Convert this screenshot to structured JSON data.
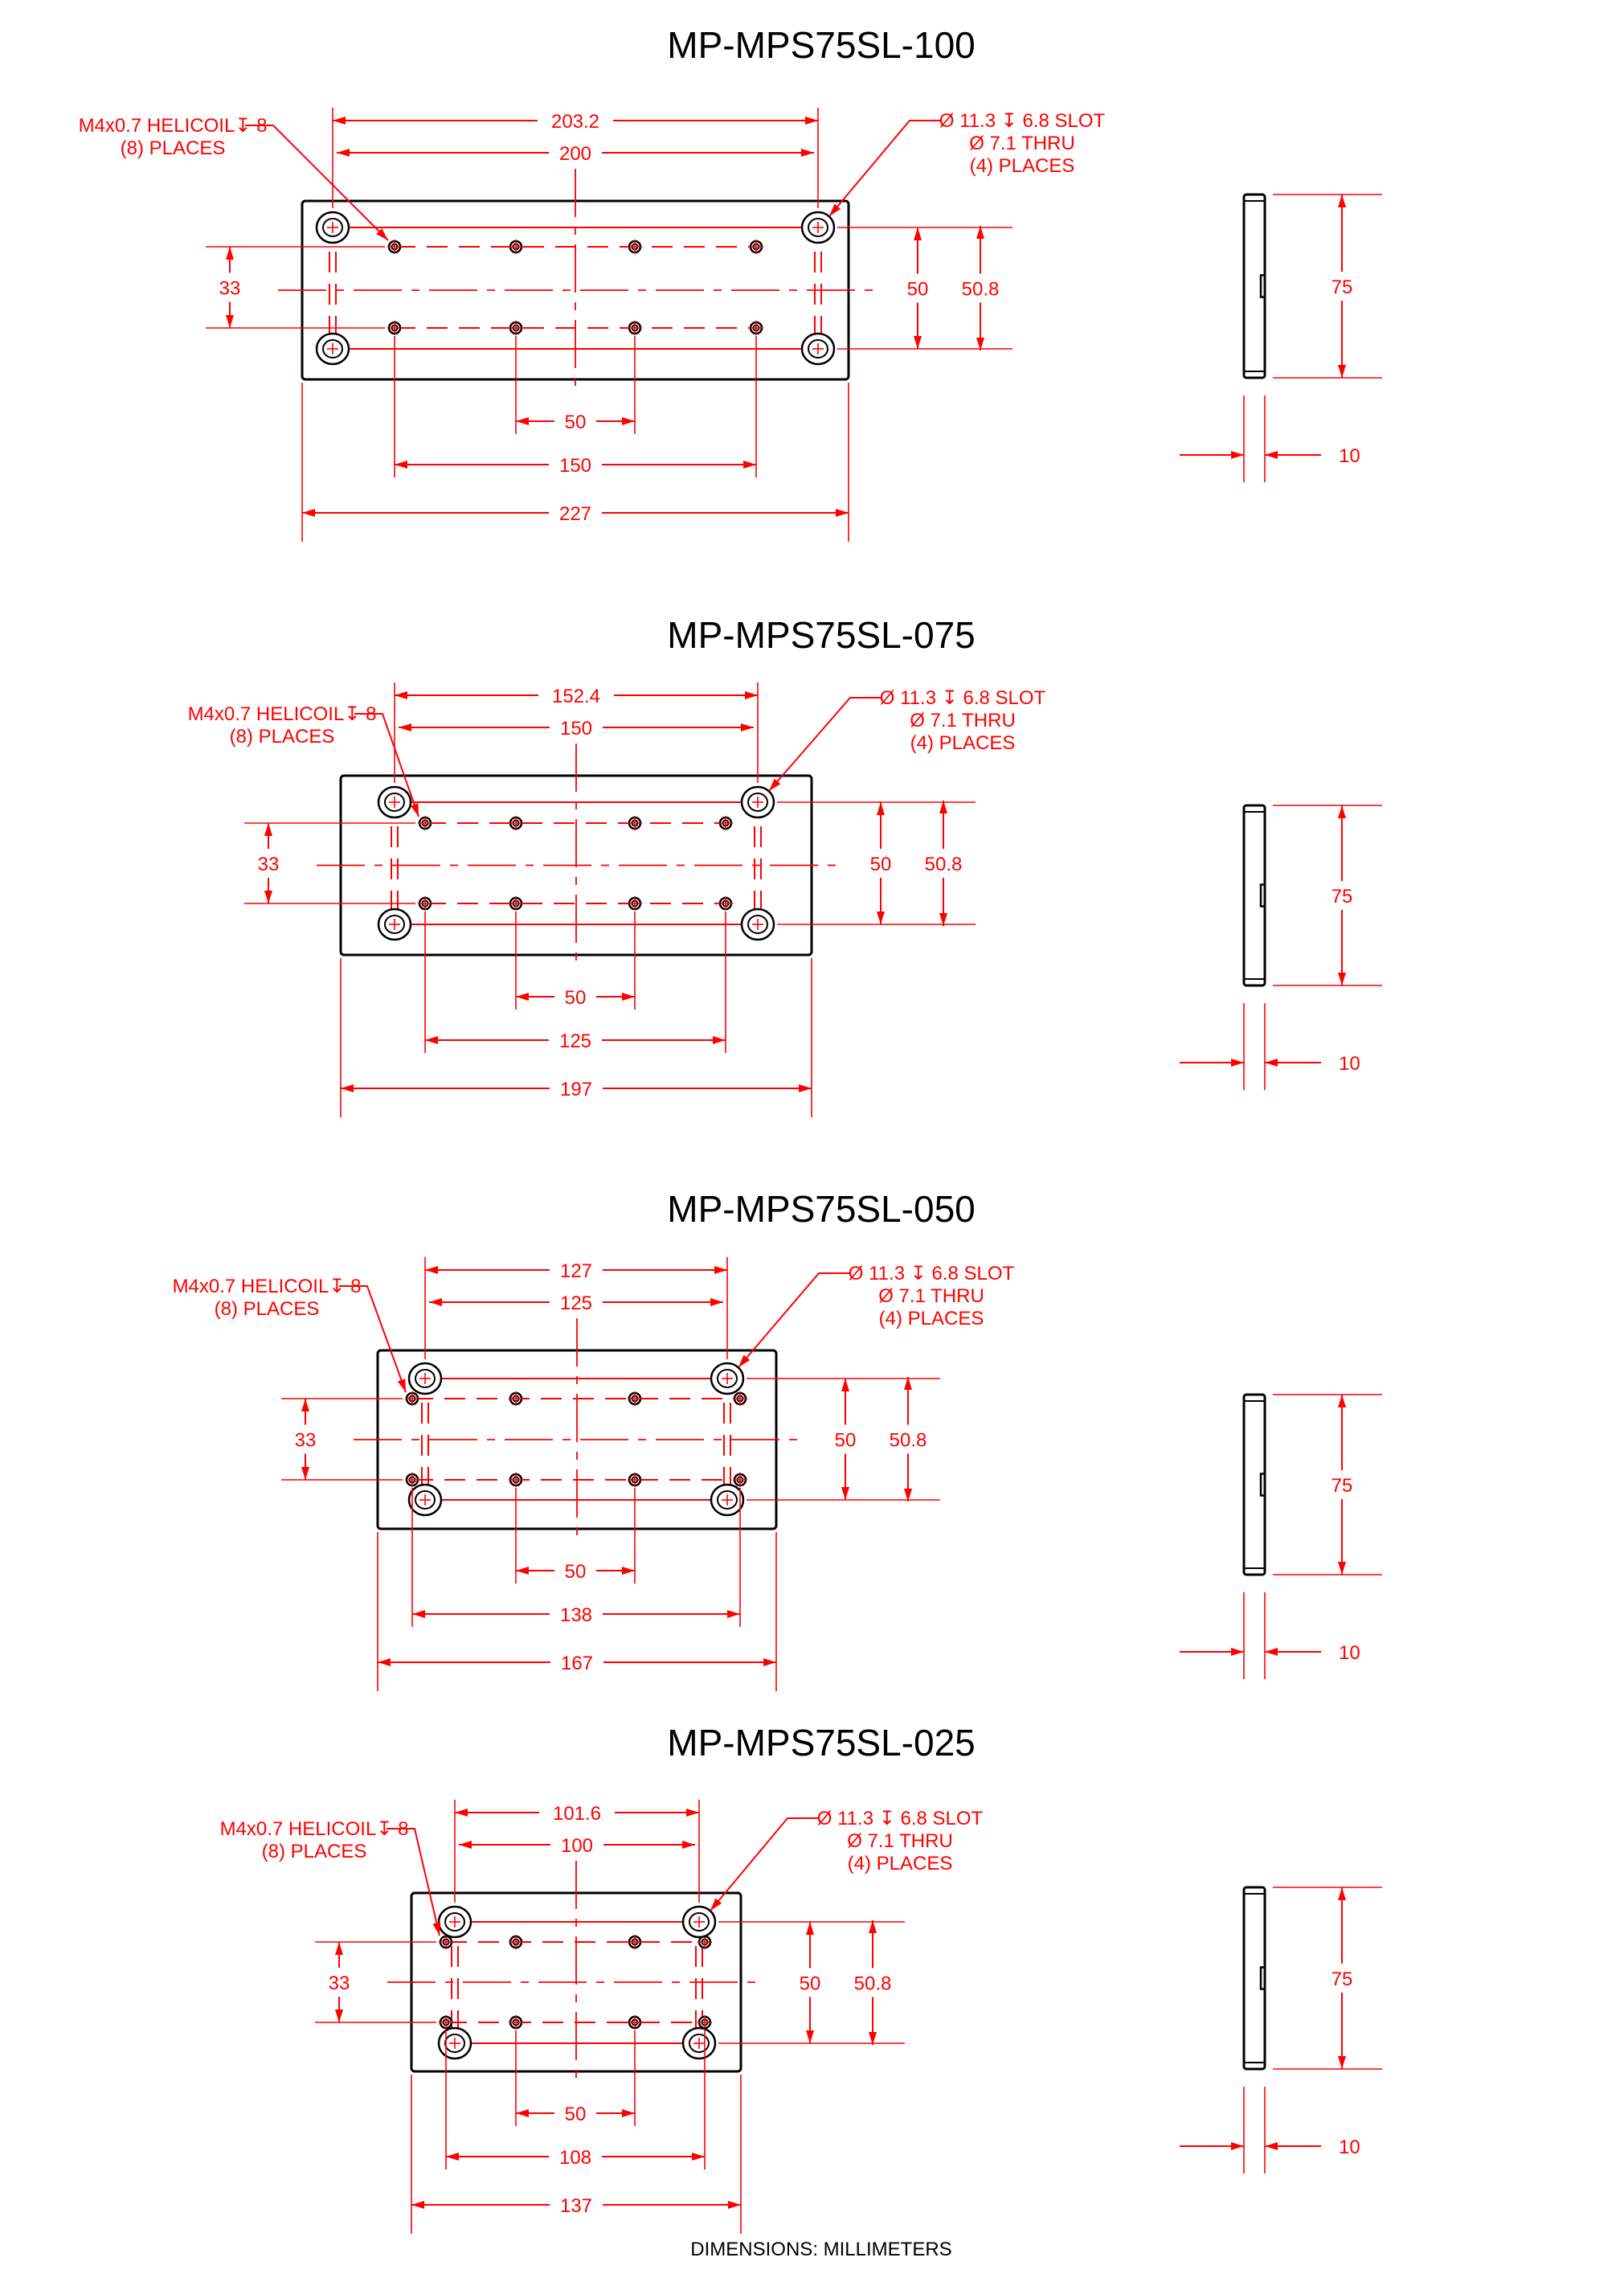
{
  "colors": {
    "dimension": "#ff0000",
    "outline": "#000000",
    "background": "#ffffff"
  },
  "footer": "DIMENSIONS:  MILLIMETERS",
  "views": [
    {
      "title": "MP-MPS75SL-100",
      "overall_width": "227",
      "tapped_span": "150",
      "center_pitch": "50",
      "slot_outer": "203.2",
      "slot_inner": "200",
      "row_spacing": "33",
      "slot_row_spacing": "50",
      "slot_row_outer": "50.8",
      "side_height": "75",
      "side_thickness": "10",
      "helicoil_note": [
        "M4x0.7 HELICOIL↧ 8",
        "(8) PLACES"
      ],
      "slot_note": [
        "Ø 11.3 ↧ 6.8 SLOT",
        "Ø 7.1 THRU",
        "(4) PLACES"
      ]
    },
    {
      "title": "MP-MPS75SL-075",
      "overall_width": "197",
      "tapped_span": "125",
      "center_pitch": "50",
      "slot_outer": "152.4",
      "slot_inner": "150",
      "row_spacing": "33",
      "slot_row_spacing": "50",
      "slot_row_outer": "50.8",
      "side_height": "75",
      "side_thickness": "10",
      "helicoil_note": [
        "M4x0.7 HELICOIL↧ 8",
        "(8) PLACES"
      ],
      "slot_note": [
        "Ø 11.3 ↧ 6.8 SLOT",
        "Ø 7.1 THRU",
        "(4) PLACES"
      ]
    },
    {
      "title": "MP-MPS75SL-050",
      "overall_width": "167",
      "tapped_span": "138",
      "center_pitch": "50",
      "slot_outer": "127",
      "slot_inner": "125",
      "row_spacing": "33",
      "slot_row_spacing": "50",
      "slot_row_outer": "50.8",
      "side_height": "75",
      "side_thickness": "10",
      "helicoil_note": [
        "M4x0.7 HELICOIL↧ 8",
        "(8) PLACES"
      ],
      "slot_note": [
        "Ø 11.3 ↧ 6.8 SLOT",
        "Ø 7.1 THRU",
        "(4) PLACES"
      ]
    },
    {
      "title": "MP-MPS75SL-025",
      "overall_width": "137",
      "tapped_span": "108",
      "center_pitch": "50",
      "slot_outer": "101.6",
      "slot_inner": "100",
      "row_spacing": "33",
      "slot_row_spacing": "50",
      "slot_row_outer": "50.8",
      "side_height": "75",
      "side_thickness": "10",
      "helicoil_note": [
        "M4x0.7 HELICOIL↧ 8",
        "(8) PLACES"
      ],
      "slot_note": [
        "Ø 11.3 ↧ 6.8 SLOT",
        "Ø 7.1 THRU",
        "(4) PLACES"
      ]
    }
  ]
}
